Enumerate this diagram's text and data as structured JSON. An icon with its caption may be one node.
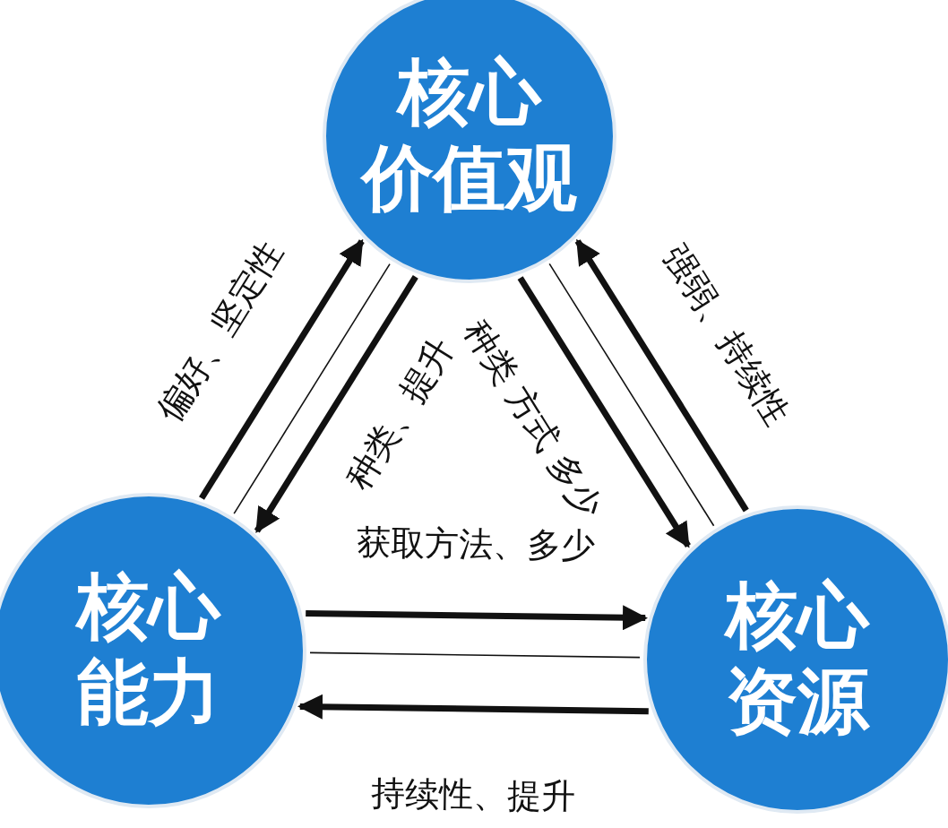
{
  "diagram": {
    "nodes": [
      {
        "text": [
          "核心",
          "价值观"
        ]
      },
      {
        "text": [
          "核心",
          "能力"
        ]
      },
      {
        "text": [
          "核心",
          "资源"
        ]
      }
    ],
    "edges": [
      {
        "from": 1,
        "to": 0,
        "arrow": "to",
        "label": "偏好、坚定性"
      },
      {
        "from": 0,
        "to": 1,
        "arrow": "to",
        "label": "种类、提升"
      },
      {
        "from": 0,
        "to": 2,
        "arrow": "to",
        "label": "种类 方式 多少"
      },
      {
        "from": 2,
        "to": 0,
        "arrow": "to",
        "label": "强弱、持续性"
      },
      {
        "from": 1,
        "to": 2,
        "arrow": "to",
        "label": "获取方法、多少"
      },
      {
        "from": 2,
        "to": 1,
        "arrow": "to",
        "label": "持续性、提升"
      },
      {
        "from": 0,
        "to": 1,
        "arrow": "none"
      },
      {
        "from": 0,
        "to": 2,
        "arrow": "none"
      },
      {
        "from": 1,
        "to": 2,
        "arrow": "none"
      }
    ]
  }
}
